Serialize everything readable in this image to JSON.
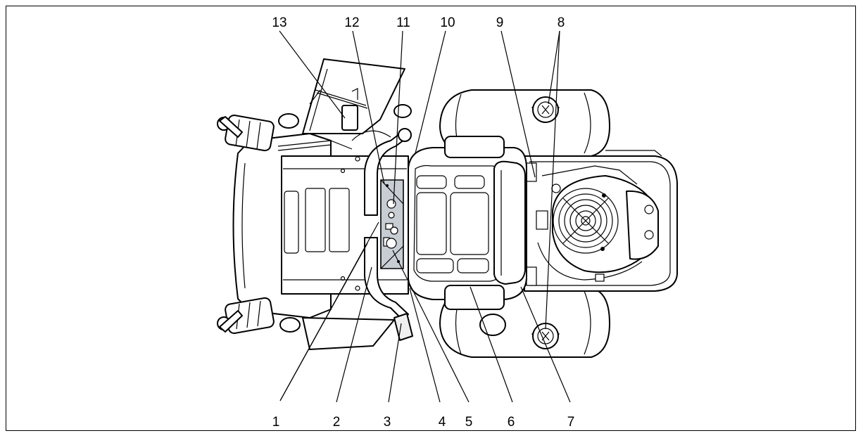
{
  "figure": {
    "callouts": [
      {
        "id": "1",
        "label": "1"
      },
      {
        "id": "2",
        "label": "2"
      },
      {
        "id": "3",
        "label": "3"
      },
      {
        "id": "4",
        "label": "4"
      },
      {
        "id": "5",
        "label": "5"
      },
      {
        "id": "6",
        "label": "6"
      },
      {
        "id": "7",
        "label": "7"
      },
      {
        "id": "8",
        "label": "8"
      },
      {
        "id": "9",
        "label": "9"
      },
      {
        "id": "10",
        "label": "10"
      },
      {
        "id": "11",
        "label": "11"
      },
      {
        "id": "12",
        "label": "12"
      },
      {
        "id": "13",
        "label": "13"
      }
    ],
    "colors": {
      "line": "#000000",
      "panel": "#c8cdd4",
      "background": "#ffffff"
    }
  }
}
